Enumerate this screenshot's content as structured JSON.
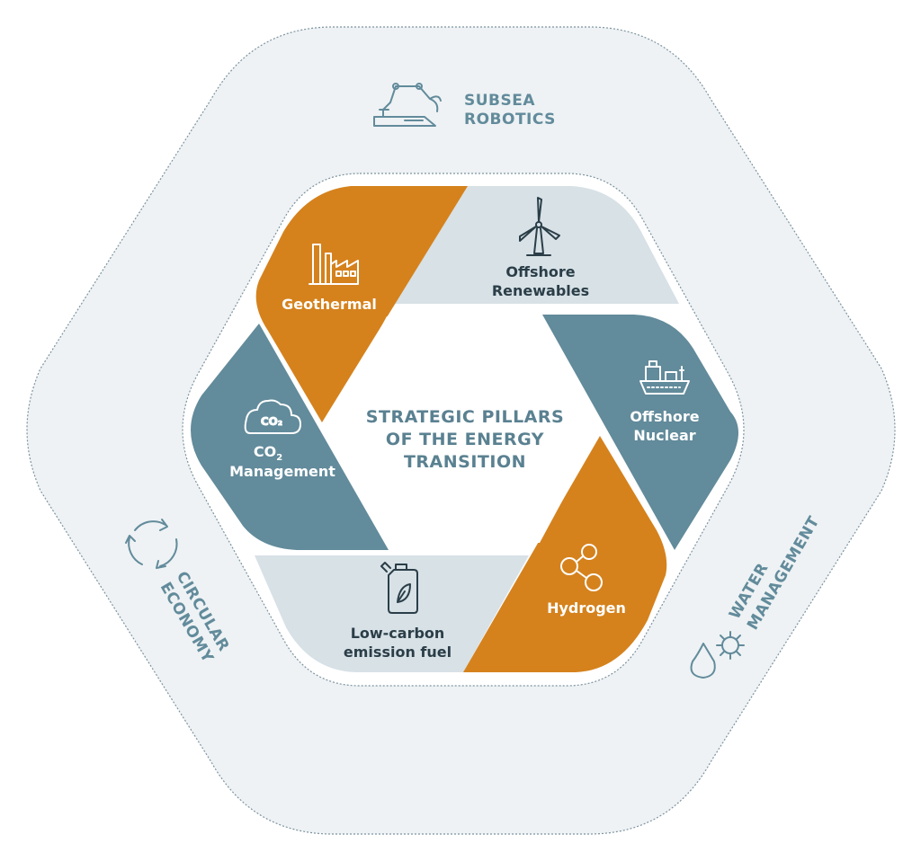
{
  "colors": {
    "outer_bg": "#eef2f4",
    "outer_border": "#7d93a0",
    "teal": "#628b9b",
    "orange": "#d5821d",
    "light": "#d7e1e6",
    "white": "#ffffff",
    "text_dark": "#2b3e48",
    "text_teal": "#5a8191"
  },
  "center": {
    "line1": "STRATEGIC PILLARS",
    "line2": "OF THE ENERGY",
    "line3": "TRANSITION"
  },
  "pillars": {
    "geothermal": {
      "label": "Geothermal",
      "icon": "factory-icon"
    },
    "offshore_renewables": {
      "line1": "Offshore",
      "line2": "Renewables",
      "icon": "wind-turbine-icon"
    },
    "offshore_nuclear": {
      "line1": "Offshore",
      "line2": "Nuclear",
      "icon": "ship-icon"
    },
    "hydrogen": {
      "label": "Hydrogen",
      "icon": "molecule-icon"
    },
    "low_carbon_fuel": {
      "line1": "Low-carbon",
      "line2": "emission fuel",
      "icon": "fuel-canister-icon"
    },
    "co2_management": {
      "line1": "CO",
      "subscript": "2",
      "line2": "Management",
      "icon_text": "CO₂",
      "icon": "cloud-co2-icon"
    }
  },
  "outer_topics": {
    "subsea_robotics": {
      "line1": "SUBSEA",
      "line2": "ROBOTICS",
      "icon": "robotic-arm-icon"
    },
    "circular_economy": {
      "line1": "CIRCULAR",
      "line2": "ECONOMY",
      "icon": "recycle-arrows-icon"
    },
    "water_management": {
      "line1": "WATER",
      "line2": "MANAGEMENT",
      "icon": "water-gear-icon"
    }
  }
}
